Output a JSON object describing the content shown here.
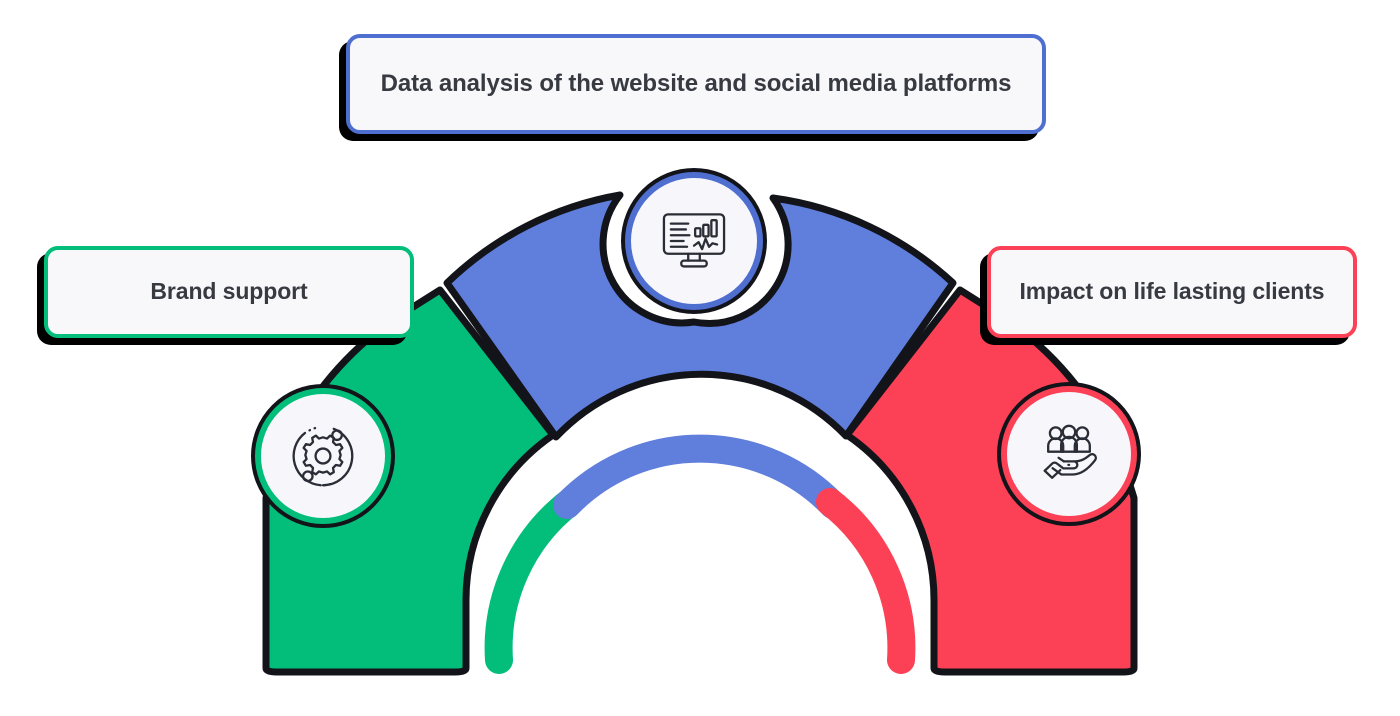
{
  "diagram": {
    "type": "three-segment-arch-infographic",
    "background": "#FFFFFF",
    "colors": {
      "green": "#03BE7B",
      "blue": "#607EDC",
      "blue_border": "#4F6FD0",
      "red": "#FC4056",
      "outline": "#12141A",
      "box_fill": "#F8F8FA",
      "medallion_fill": "#F7F7FB",
      "text": "#383A42"
    }
  },
  "labels": {
    "top": {
      "text": "Data analysis of the website and social media platforms",
      "accent": "#4F6FD0"
    },
    "left": {
      "text": "Brand support",
      "accent": "#03BE7B"
    },
    "right": {
      "text": "Impact on life lasting clients",
      "accent": "#FC4056"
    }
  },
  "icons": {
    "top": {
      "name": "monitor-dashboard-icon",
      "description": "desktop monitor showing text lines, bar chart and line graph"
    },
    "left": {
      "name": "gear-orbit-icon",
      "description": "cog wheel with orbiting ring and two nodes"
    },
    "right": {
      "name": "hand-holding-people-icon",
      "description": "open hand supporting three person figures"
    }
  },
  "segments": [
    {
      "id": "left-segment",
      "color": "#03BE7B",
      "position": "left",
      "linked_label": "Brand support"
    },
    {
      "id": "center-segment",
      "color": "#607EDC",
      "position": "center",
      "linked_label": "Data analysis of the website and social media platforms"
    },
    {
      "id": "right-segment",
      "color": "#FC4056",
      "position": "right",
      "linked_label": "Impact on life lasting clients"
    }
  ],
  "inner_arch": [
    {
      "id": "inner-left",
      "color": "#03BE7B"
    },
    {
      "id": "inner-center",
      "color": "#607EDC"
    },
    {
      "id": "inner-right",
      "color": "#FC4056"
    }
  ]
}
